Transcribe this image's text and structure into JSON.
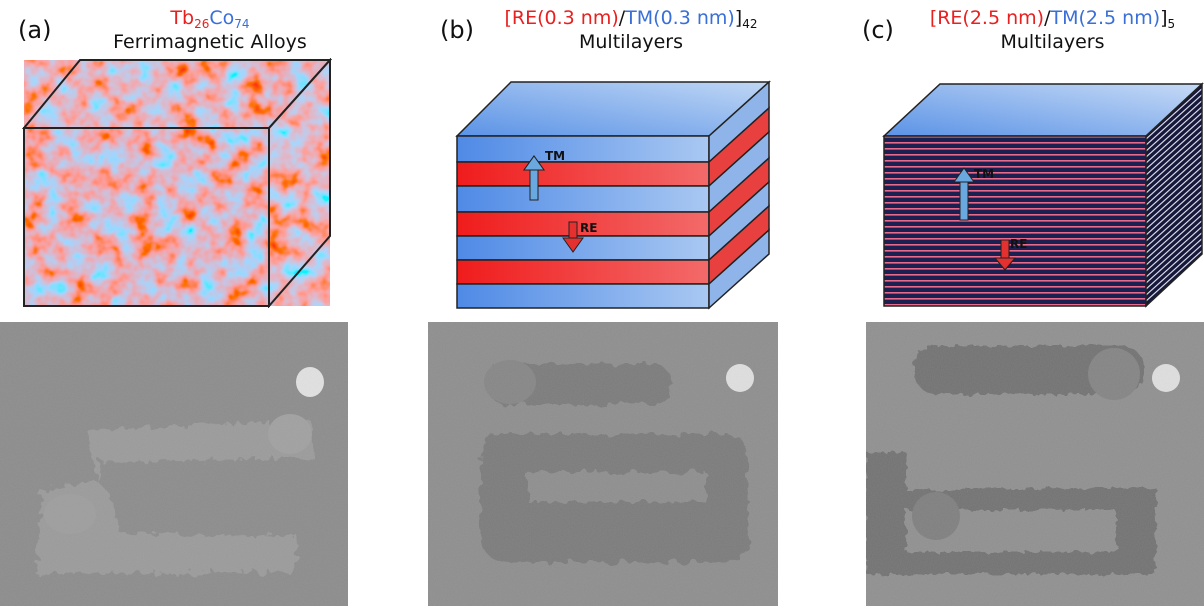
{
  "panels": [
    {
      "letter": "(a)",
      "title_parts": [
        {
          "text": "Tb",
          "color": "#e8201f"
        },
        {
          "text": "26",
          "color": "#e8201f",
          "sub": true
        },
        {
          "text": "Co",
          "color": "#3a6fd8"
        },
        {
          "text": "74",
          "color": "#3a6fd8",
          "sub": true
        }
      ],
      "subtitle": "Ferrimagnetic Alloys"
    },
    {
      "letter": "(b)",
      "title_parts": [
        {
          "text": "[RE(0.3 nm)",
          "color": "#e8201f"
        },
        {
          "text": "/",
          "color": "#111111"
        },
        {
          "text": "TM(0.3 nm)",
          "color": "#3a6fd8"
        },
        {
          "text": "]",
          "color": "#111111"
        },
        {
          "text": "42",
          "color": "#111111",
          "sub": true
        }
      ],
      "subtitle": "Multilayers",
      "arrow_labels": {
        "tm": "TM",
        "re": "RE"
      }
    },
    {
      "letter": "(c)",
      "title_parts": [
        {
          "text": "[RE(2.5 nm)",
          "color": "#e8201f"
        },
        {
          "text": "/",
          "color": "#111111"
        },
        {
          "text": "TM(2.5 nm)",
          "color": "#3a6fd8"
        },
        {
          "text": "]",
          "color": "#111111"
        },
        {
          "text": "5",
          "color": "#111111",
          "sub": true
        }
      ],
      "subtitle": "Multilayers",
      "arrow_labels": {
        "tm": "TM",
        "re": "RE"
      }
    }
  ],
  "colors": {
    "re_red": "#e8201f",
    "tm_blue": "#3a6fd8",
    "layer_blue": "#5b93e6",
    "layer_red": "#ee3030",
    "photo_gray": "#8a8a8a"
  }
}
